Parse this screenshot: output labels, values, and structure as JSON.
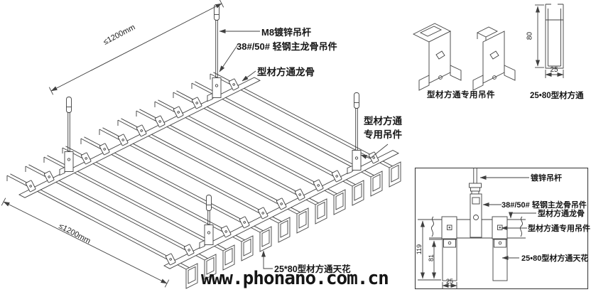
{
  "colors": {
    "line": "#3f3f3f",
    "text": "#161616",
    "background": "#ffffff"
  },
  "watermark": "www.phonano.com.cn",
  "main_drawing": {
    "labels": {
      "hanger_rod": "M8镀锌吊杆",
      "main_carrier_hanger": "38#/50# 轻钢主龙骨吊件",
      "carrier": "型材方通龙骨",
      "special_hanger_line1": "型材方通",
      "special_hanger_line2": "专用吊件",
      "ceiling_tube": "25*80型材方通天花"
    },
    "dimensions": {
      "spacing_top": "≤1200mm",
      "spacing_bottom": "≤1200mm"
    }
  },
  "detail_hangers": {
    "caption": "型材方通专用吊件"
  },
  "detail_profile": {
    "caption": "25•80型材方通",
    "height": "80",
    "width": "25"
  },
  "detail_section": {
    "labels": {
      "hanger_rod": "镀锌吊杆",
      "main_carrier_hanger": "38#/50# 轻钢主龙骨吊件",
      "carrier": "型材方通龙骨",
      "special_hanger": "型材方通专用吊件",
      "ceiling_tube": "25•80型材方通天花"
    },
    "dimensions": {
      "overall_height": "119",
      "tube_drop": "81",
      "tube_width": "25"
    }
  }
}
